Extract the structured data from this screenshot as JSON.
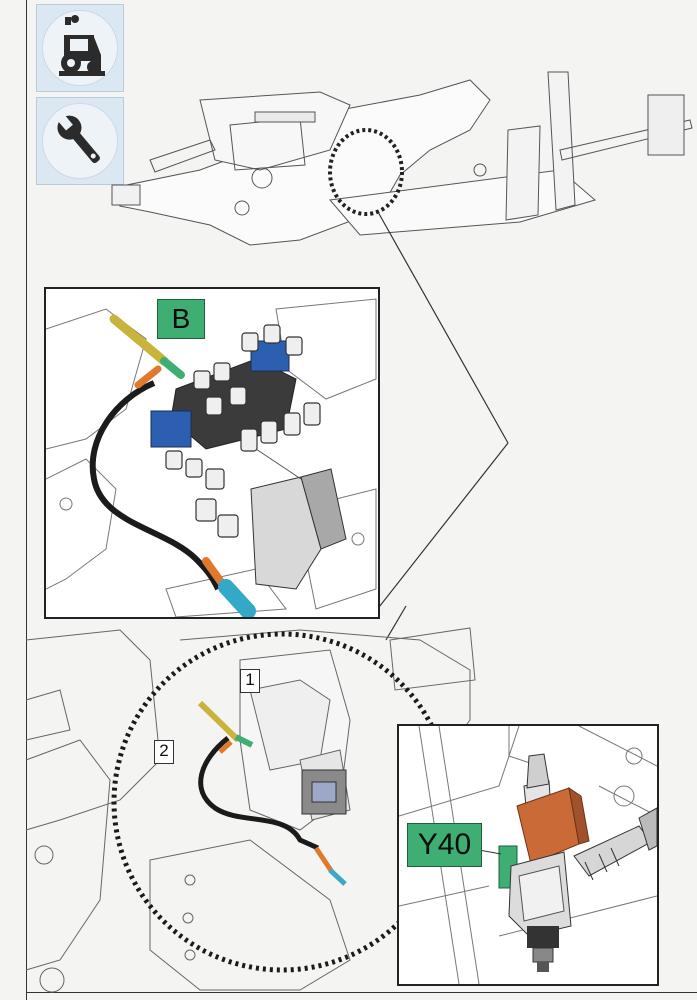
{
  "icons": {
    "top_icon": "tractor-cab-icon",
    "bottom_icon": "wrench-icon"
  },
  "callouts": {
    "valve_label": "B",
    "part_1": "1",
    "part_2": "2",
    "sensor_label": "Y40"
  },
  "colors": {
    "label_green": "#3fae72",
    "hydraulic_blue": "#2c5fb0",
    "fitting_orange": "#e0782e",
    "fitting_yellow": "#c8b43a",
    "fitting_cyan": "#34a9c7",
    "sensor_orange": "#c96a37"
  }
}
